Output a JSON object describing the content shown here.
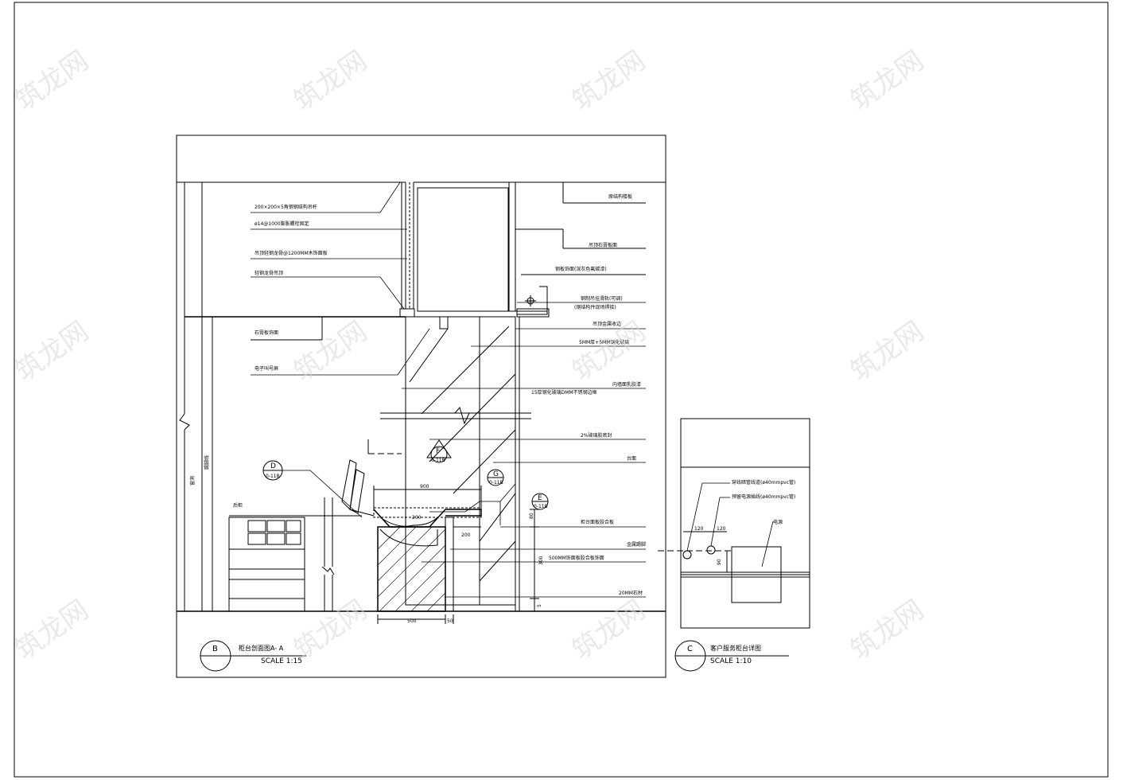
{
  "drawing_b": {
    "title": "柜台剖面图A- A",
    "scale": "SCALE 1:15",
    "ref_letter": "B",
    "side_label_1": "窗洞",
    "side_label_2": "踢脚线",
    "desk_label": "后柜",
    "dim_900": "900",
    "dim_500": "500",
    "dim_200": "200",
    "dim_300": "300",
    "dim_80": "80",
    "dim_50": "50",
    "dim_200b": "200",
    "dim_5": "5"
  },
  "drawing_c": {
    "title": "客户服务柜台详图",
    "scale": "SCALE 1:10",
    "ref_letter": "C",
    "label_1": "穿线暗管线道(ø40mmpvc管)",
    "label_2": "预留电源插线(ø40mmpvc管)",
    "label_3": "电源",
    "dim_120a": "120",
    "dim_120b": "120",
    "dim_90": "90"
  },
  "callouts": [
    {
      "letter": "D",
      "sheet": "0-11B"
    },
    {
      "letter": "F",
      "sheet": "0-11B"
    },
    {
      "letter": "G",
      "sheet": "0-11B"
    },
    {
      "letter": "E",
      "sheet": "0-11B"
    }
  ],
  "left_labels": [
    "200×200×5角钢钢结构吊杆",
    "ø14@1000膨胀螺栓固定",
    "吊顶轻钢龙骨@1200MM木饰面板",
    "轻钢龙骨吊顶",
    "石膏板饰面",
    "电子叫号屏"
  ],
  "right_labels": [
    "原结构楼板",
    "吊顶石膏板面",
    "钢板饰面(深灰色氟碳漆)",
    "钢制吊挂滑轨(可调)",
    "(钢结构件现场焊接)",
    "吊顶金属收边",
    "5MM厚+5MM钢化玻璃",
    "内墙面乳胶漆",
    "15厚钢化玻璃DMM不锈钢边框",
    "2%玻璃胶密封",
    "台面",
    "柜台面板胶合板",
    "金属踢脚",
    "500MM饰面板胶合板饰面",
    "20MM石材"
  ],
  "watermark": "筑龙网"
}
